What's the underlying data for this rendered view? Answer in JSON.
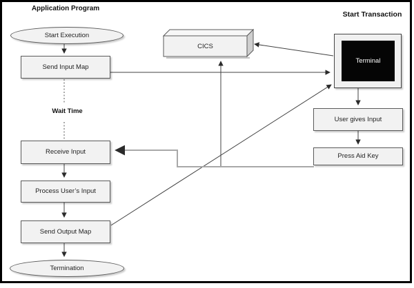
{
  "titles": {
    "application_program": "Application Program",
    "start_transaction": "Start Transaction"
  },
  "labels": {
    "wait_time": "Wait Time"
  },
  "nodes": {
    "start_execution": "Start Execution",
    "send_input_map": "Send Input Map",
    "receive_input": "Receive Input",
    "process_users_input": "Process User’s Input",
    "send_output_map": "Send Output Map",
    "termination": "Termination",
    "cics": "CICS",
    "terminal": "Terminal",
    "user_gives_input": "User gives Input",
    "press_aid_key": "Press Aid Key"
  },
  "edges": [
    {
      "from": "start_execution",
      "to": "send_input_map",
      "style": "solid-arrow"
    },
    {
      "from": "send_input_map",
      "to": "terminal",
      "style": "solid-arrow"
    },
    {
      "from": "send_input_map",
      "to": "receive_input",
      "style": "dotted",
      "label": "Wait Time"
    },
    {
      "from": "receive_input",
      "to": "process_users_input",
      "style": "solid-arrow"
    },
    {
      "from": "process_users_input",
      "to": "send_output_map",
      "style": "solid-arrow"
    },
    {
      "from": "send_output_map",
      "to": "termination",
      "style": "solid-arrow"
    },
    {
      "from": "send_output_map",
      "to": "terminal",
      "style": "solid-arrow"
    },
    {
      "from": "terminal",
      "to": "cics",
      "style": "solid-arrow"
    },
    {
      "from": "terminal",
      "to": "user_gives_input",
      "style": "solid-arrow"
    },
    {
      "from": "user_gives_input",
      "to": "press_aid_key",
      "style": "solid-arrow"
    },
    {
      "from": "press_aid_key",
      "to": "receive_input",
      "style": "gray-arrow"
    },
    {
      "from": "press_aid_key",
      "to": "cics",
      "style": "solid-arrow"
    }
  ],
  "colors": {
    "background": "#ffffff",
    "canvas_border": "#000000",
    "node_fill": "#f2f2f2",
    "node_border": "#595959",
    "connector": "#404040",
    "connector_secondary": "#a8a8a8",
    "terminal_screen": "#000000",
    "terminal_text": "#ffffff"
  }
}
